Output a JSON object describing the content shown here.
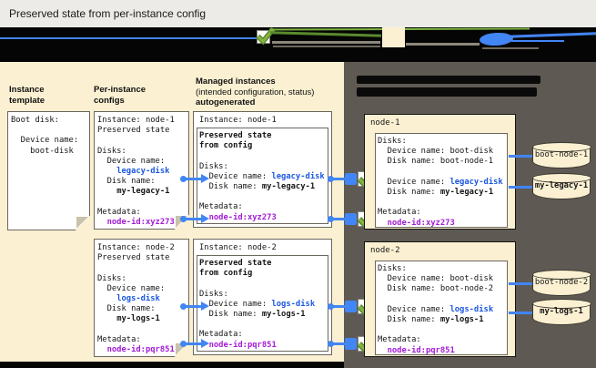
{
  "page_title": "Preserved state from per-instance config",
  "colors": {
    "titlebar_bg": "#ECEBE7",
    "panel_cream": "#FBF0D2",
    "panel_dark": "#5E5A53",
    "page_bg": "#000000",
    "connector_blue": "#4285F4",
    "text_blue": "#1A57E0",
    "text_magenta": "#A41BD6",
    "check_green": "#7CB342"
  },
  "icons": {
    "status_check": "checkmark",
    "legend_config_box": "cream-square",
    "legend_vm": "blue-ellipse"
  },
  "headers": {
    "instance_template": {
      "lines": [
        {
          "text": "Instance",
          "bold": true
        },
        {
          "text": "template",
          "bold": true
        }
      ]
    },
    "per_instance_configs": {
      "lines": [
        {
          "text": "Per-instance",
          "bold": true
        },
        {
          "text": "configs",
          "bold": true
        }
      ]
    },
    "managed_instances": {
      "lines": [
        {
          "text": "Managed instances",
          "bold": true
        },
        {
          "text": "(intended configuration, status)",
          "bold": false
        },
        {
          "text": "autogenerated",
          "bold": true
        }
      ]
    },
    "vms": {
      "redacted_lines": 2
    }
  },
  "template_box": {
    "lines": [
      [
        {
          "t": "Boot disk:",
          "s": "p"
        }
      ],
      [],
      [
        {
          "t": "  Device name:",
          "s": "p"
        }
      ],
      [
        {
          "t": "    boot-disk",
          "s": "p"
        }
      ]
    ]
  },
  "config_boxes": [
    {
      "lines": [
        [
          {
            "t": "Instance: node-1",
            "s": "p"
          }
        ],
        [
          {
            "t": "Preserved state",
            "s": "p"
          }
        ],
        [],
        [
          {
            "t": "Disks:",
            "s": "p"
          }
        ],
        [
          {
            "t": "  Device name:",
            "s": "p"
          }
        ],
        [
          {
            "t": "    ",
            "s": "p"
          },
          {
            "t": "legacy-disk",
            "s": "b"
          }
        ],
        [
          {
            "t": "  Disk name:",
            "s": "p"
          }
        ],
        [
          {
            "t": "    ",
            "s": "p"
          },
          {
            "t": "my-legacy-1",
            "s": "k"
          }
        ],
        [],
        [
          {
            "t": "Metadata:",
            "s": "p"
          }
        ],
        [
          {
            "t": "  ",
            "s": "p"
          },
          {
            "t": "node-id:xyz273",
            "s": "m"
          }
        ]
      ]
    },
    {
      "lines": [
        [
          {
            "t": "Instance: node-2",
            "s": "p"
          }
        ],
        [
          {
            "t": "Preserved state",
            "s": "p"
          }
        ],
        [],
        [
          {
            "t": "Disks:",
            "s": "p"
          }
        ],
        [
          {
            "t": "  Device name:",
            "s": "p"
          }
        ],
        [
          {
            "t": "    ",
            "s": "p"
          },
          {
            "t": "logs-disk",
            "s": "b"
          }
        ],
        [
          {
            "t": "  Disk name:",
            "s": "p"
          }
        ],
        [
          {
            "t": "    ",
            "s": "p"
          },
          {
            "t": "my-logs-1",
            "s": "k"
          }
        ],
        [],
        [
          {
            "t": "Metadata:",
            "s": "p"
          }
        ],
        [
          {
            "t": "  ",
            "s": "p"
          },
          {
            "t": "node-id:pqr851",
            "s": "m"
          }
        ]
      ]
    }
  ],
  "managed_boxes": [
    {
      "title": "Instance: node-1",
      "lines": [
        [
          {
            "t": "Preserved state",
            "s": "k"
          }
        ],
        [
          {
            "t": "from config",
            "s": "k"
          }
        ],
        [],
        [
          {
            "t": "Disks:",
            "s": "p"
          }
        ],
        [
          {
            "t": "  Device name: ",
            "s": "p"
          },
          {
            "t": "legacy-disk",
            "s": "b"
          }
        ],
        [
          {
            "t": "  Disk name: ",
            "s": "p"
          },
          {
            "t": "my-legacy-1",
            "s": "k"
          }
        ],
        [],
        [
          {
            "t": "Metadata:",
            "s": "p"
          }
        ],
        [
          {
            "t": "  ",
            "s": "p"
          },
          {
            "t": "node-id:xyz273",
            "s": "m"
          }
        ]
      ]
    },
    {
      "title": "Instance: node-2",
      "lines": [
        [
          {
            "t": "Preserved state",
            "s": "k"
          }
        ],
        [
          {
            "t": "from config",
            "s": "k"
          }
        ],
        [],
        [
          {
            "t": "Disks:",
            "s": "p"
          }
        ],
        [
          {
            "t": "  Device name: ",
            "s": "p"
          },
          {
            "t": "logs-disk",
            "s": "b"
          }
        ],
        [
          {
            "t": "  Disk name: ",
            "s": "p"
          },
          {
            "t": "my-logs-1",
            "s": "k"
          }
        ],
        [],
        [
          {
            "t": "Metadata:",
            "s": "p"
          }
        ],
        [
          {
            "t": "  ",
            "s": "p"
          },
          {
            "t": "node-id:pqr851",
            "s": "m"
          }
        ]
      ]
    }
  ],
  "vm_boxes": [
    {
      "title": "node-1",
      "lines": [
        [
          {
            "t": "Disks:",
            "s": "p"
          }
        ],
        [
          {
            "t": "  Device name: boot-disk",
            "s": "p"
          }
        ],
        [
          {
            "t": "  Disk name: boot-node-1",
            "s": "p"
          }
        ],
        [],
        [
          {
            "t": "  Device name: ",
            "s": "p"
          },
          {
            "t": "legacy-disk",
            "s": "b"
          }
        ],
        [
          {
            "t": "  Disk name: ",
            "s": "p"
          },
          {
            "t": "my-legacy-1",
            "s": "k"
          }
        ],
        [],
        [
          {
            "t": "Metadata:",
            "s": "p"
          }
        ],
        [
          {
            "t": "  ",
            "s": "p"
          },
          {
            "t": "node-id:xyz273",
            "s": "m"
          }
        ]
      ],
      "disks": [
        "boot-node-1",
        "my-legacy-1"
      ]
    },
    {
      "title": "node-2",
      "lines": [
        [
          {
            "t": "Disks:",
            "s": "p"
          }
        ],
        [
          {
            "t": "  Device name: boot-disk",
            "s": "p"
          }
        ],
        [
          {
            "t": "  Disk name: boot-node-2",
            "s": "p"
          }
        ],
        [],
        [
          {
            "t": "  Device name: ",
            "s": "p"
          },
          {
            "t": "logs-disk",
            "s": "b"
          }
        ],
        [
          {
            "t": "  Disk name: ",
            "s": "p"
          },
          {
            "t": "my-logs-1",
            "s": "k"
          }
        ],
        [],
        [
          {
            "t": "Metadata:",
            "s": "p"
          }
        ],
        [
          {
            "t": "  ",
            "s": "p"
          },
          {
            "t": "node-id:pqr851",
            "s": "m"
          }
        ]
      ],
      "disks": [
        "boot-node-2",
        "my-logs-1"
      ]
    }
  ]
}
